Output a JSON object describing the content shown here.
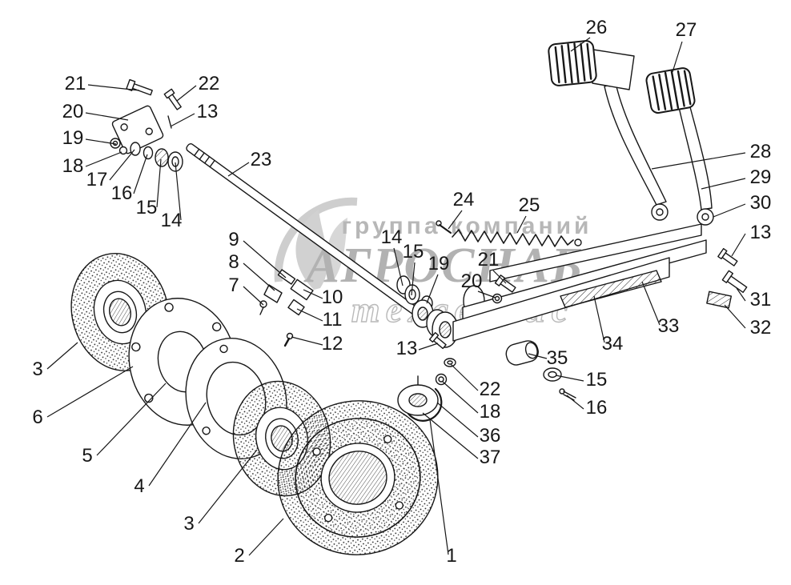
{
  "colors": {
    "ink": "#171717",
    "watermark": "#a2a2a2",
    "background": "#ffffff"
  },
  "watermark": {
    "line1": "группа компаний",
    "line2": "АГРОСНАБ",
    "line3": "техсервис"
  },
  "callouts": [
    {
      "label": "21"
    },
    {
      "label": "20"
    },
    {
      "label": "19"
    },
    {
      "label": "18"
    },
    {
      "label": "17"
    },
    {
      "label": "16"
    },
    {
      "label": "15"
    },
    {
      "label": "14"
    },
    {
      "label": "22"
    },
    {
      "label": "13"
    },
    {
      "label": "23"
    },
    {
      "label": "26"
    },
    {
      "label": "27"
    },
    {
      "label": "28"
    },
    {
      "label": "29"
    },
    {
      "label": "30"
    },
    {
      "label": "13"
    },
    {
      "label": "31"
    },
    {
      "label": "32"
    },
    {
      "label": "24"
    },
    {
      "label": "25"
    },
    {
      "label": "14"
    },
    {
      "label": "15"
    },
    {
      "label": "19"
    },
    {
      "label": "21"
    },
    {
      "label": "20"
    },
    {
      "label": "9"
    },
    {
      "label": "8"
    },
    {
      "label": "7"
    },
    {
      "label": "10"
    },
    {
      "label": "11"
    },
    {
      "label": "12"
    },
    {
      "label": "13"
    },
    {
      "label": "33"
    },
    {
      "label": "34"
    },
    {
      "label": "35"
    },
    {
      "label": "22"
    },
    {
      "label": "18"
    },
    {
      "label": "36"
    },
    {
      "label": "37"
    },
    {
      "label": "15"
    },
    {
      "label": "16"
    },
    {
      "label": "3"
    },
    {
      "label": "6"
    },
    {
      "label": "5"
    },
    {
      "label": "4"
    },
    {
      "label": "3"
    },
    {
      "label": "2"
    },
    {
      "label": "1"
    }
  ]
}
